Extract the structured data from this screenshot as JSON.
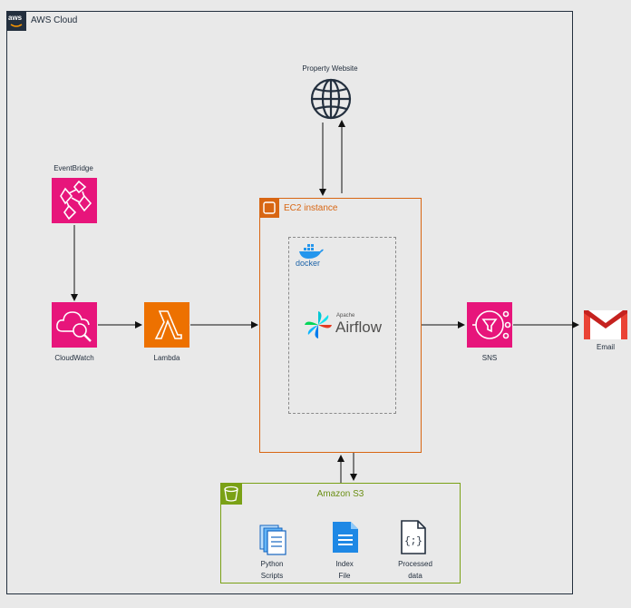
{
  "aws_cloud": {
    "label": "AWS Cloud",
    "logo_text": "aws"
  },
  "nodes": {
    "property_website": {
      "label": "Property Website",
      "icon": "globe-icon"
    },
    "eventbridge": {
      "label": "EventBridge",
      "icon": "eventbridge-icon"
    },
    "cloudwatch": {
      "label": "CloudWatch",
      "icon": "cloudwatch-icon"
    },
    "lambda": {
      "label": "Lambda",
      "icon": "lambda-icon"
    },
    "sns": {
      "label": "SNS",
      "icon": "sns-icon"
    },
    "email": {
      "label": "Email",
      "icon": "gmail-icon"
    }
  },
  "ec2": {
    "label": "EC2 instance",
    "docker": {
      "logo_text": "docker"
    },
    "airflow": {
      "small_text": "Apache",
      "big_text": "Airflow"
    }
  },
  "s3": {
    "label": "Amazon S3",
    "items": [
      {
        "line1": "Python",
        "line2": "Scripts",
        "icon": "python-scripts-icon"
      },
      {
        "line1": "Index",
        "line2": "File",
        "icon": "index-file-icon"
      },
      {
        "line1": "Processed",
        "line2": "data",
        "icon": "processed-data-icon"
      }
    ]
  },
  "colors": {
    "aws_dark": "#232f3e",
    "pink": "#e7157b",
    "orange": "#ed7100",
    "ec2_border": "#d86613",
    "s3_border": "#7aa116",
    "docker_blue": "#2496ed",
    "gmail_red": "#ea4335",
    "file_blue": "#1e88e5"
  }
}
